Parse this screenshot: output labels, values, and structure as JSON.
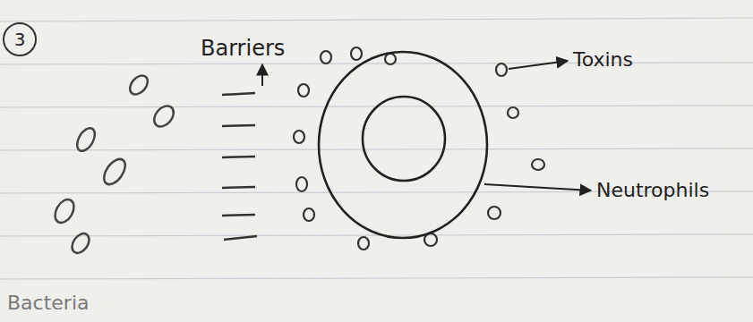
{
  "diagram": {
    "labels": [
      "3",
      "Barriers",
      "Toxins",
      "Neutrophils",
      "Bacteria"
    ]
  }
}
